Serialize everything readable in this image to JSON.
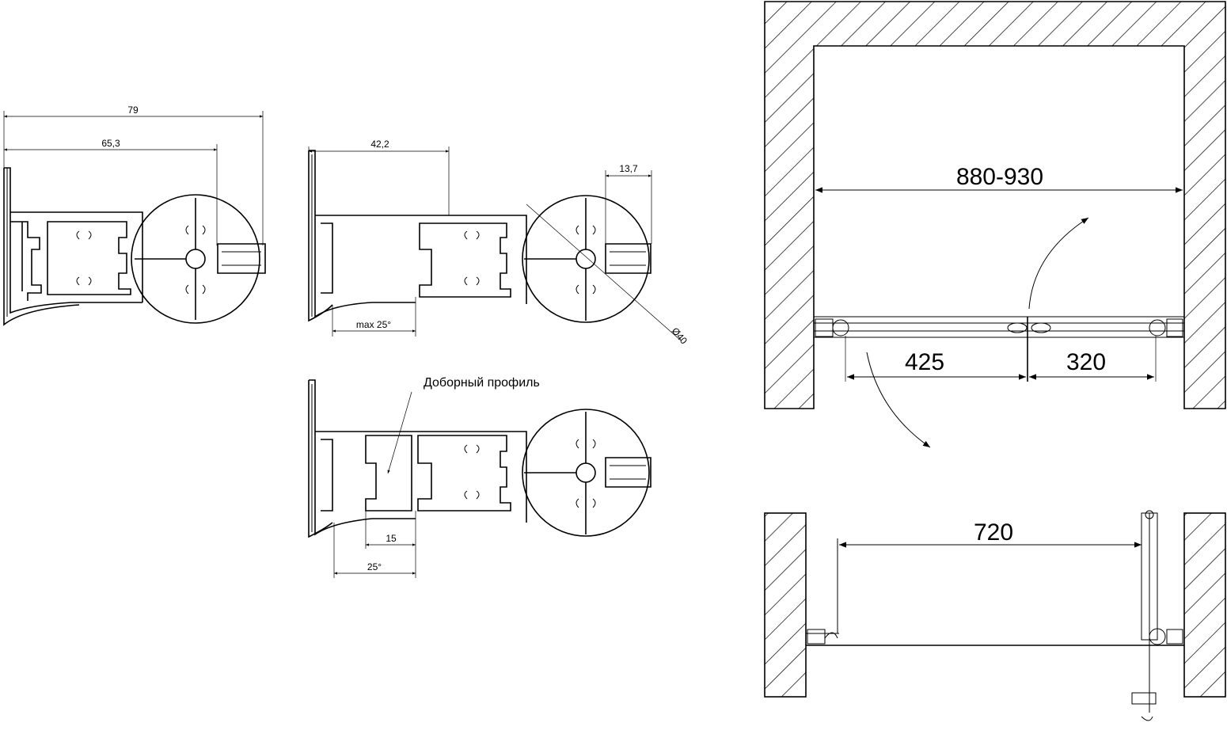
{
  "profile_top_left": {
    "dim_total": "79",
    "dim_inner": "65,3"
  },
  "profile_top_middle": {
    "dim_width": "42,2",
    "dim_slot": "13,7",
    "dim_diameter": "Ø40",
    "dim_angle": "max 25°"
  },
  "profile_bottom_middle": {
    "callout": "Доборный профиль",
    "dim_extra": "15",
    "dim_angle": "25°"
  },
  "plan_closed": {
    "dim_opening": "880-930",
    "dim_left_panel": "425",
    "dim_right_panel": "320"
  },
  "plan_open": {
    "dim_passage": "720"
  }
}
